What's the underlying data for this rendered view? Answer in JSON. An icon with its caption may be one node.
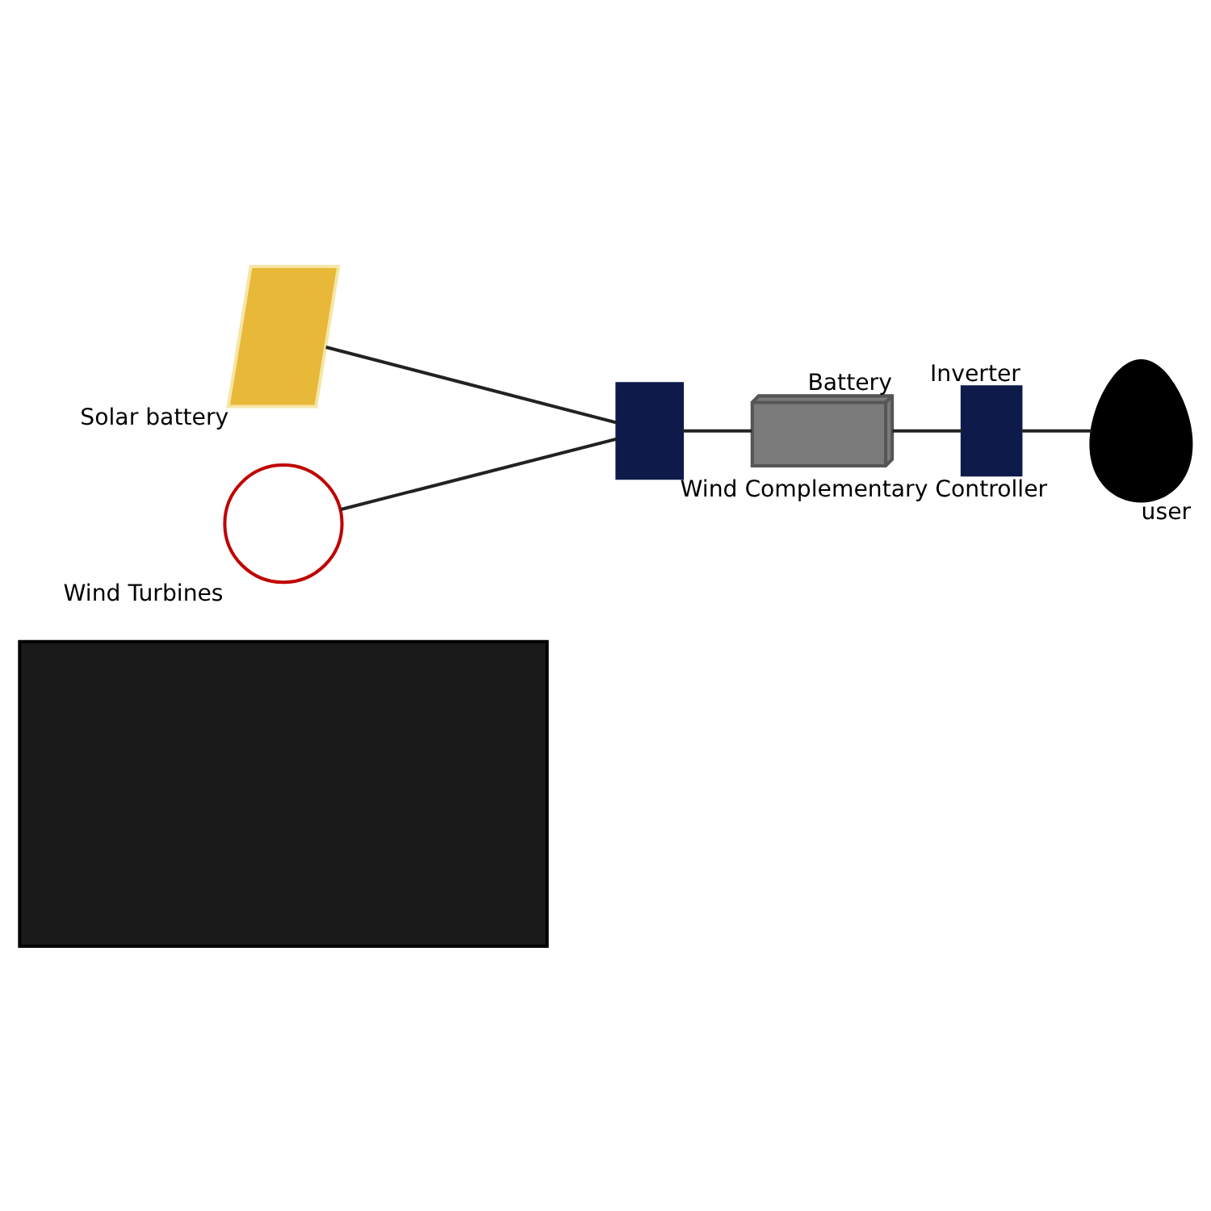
{
  "diagram": {
    "nodes": [
      {
        "text": [],
        "shape": "box"
      },
      {
        "text": [],
        "shape": "picture",
        "beside": [
          "Solar battery"
        ]
      },
      {
        "text": [],
        "shape": "circle",
        "beside": [
          "Wind Turbines"
        ]
      },
      {
        "text": [],
        "shape": "box",
        "beside": [
          "Wind Complementary Controller"
        ]
      },
      {
        "text": [],
        "shape": "picture",
        "beside": [
          "Battery"
        ]
      },
      {
        "text": [],
        "shape": "box",
        "beside": [
          "Inverter"
        ]
      },
      {
        "text": [],
        "shape": "person",
        "beside": [
          "user"
        ]
      }
    ],
    "edges": [
      {
        "from": 2,
        "to": 3,
        "arrow": "none"
      },
      {
        "from": 1,
        "to": 3,
        "arrow": "none"
      },
      {
        "from": 3,
        "to": 4,
        "arrow": "none"
      },
      {
        "from": 4,
        "to": 5,
        "arrow": "none"
      },
      {
        "from": 5,
        "to": 6,
        "arrow": "none"
      }
    ]
  }
}
